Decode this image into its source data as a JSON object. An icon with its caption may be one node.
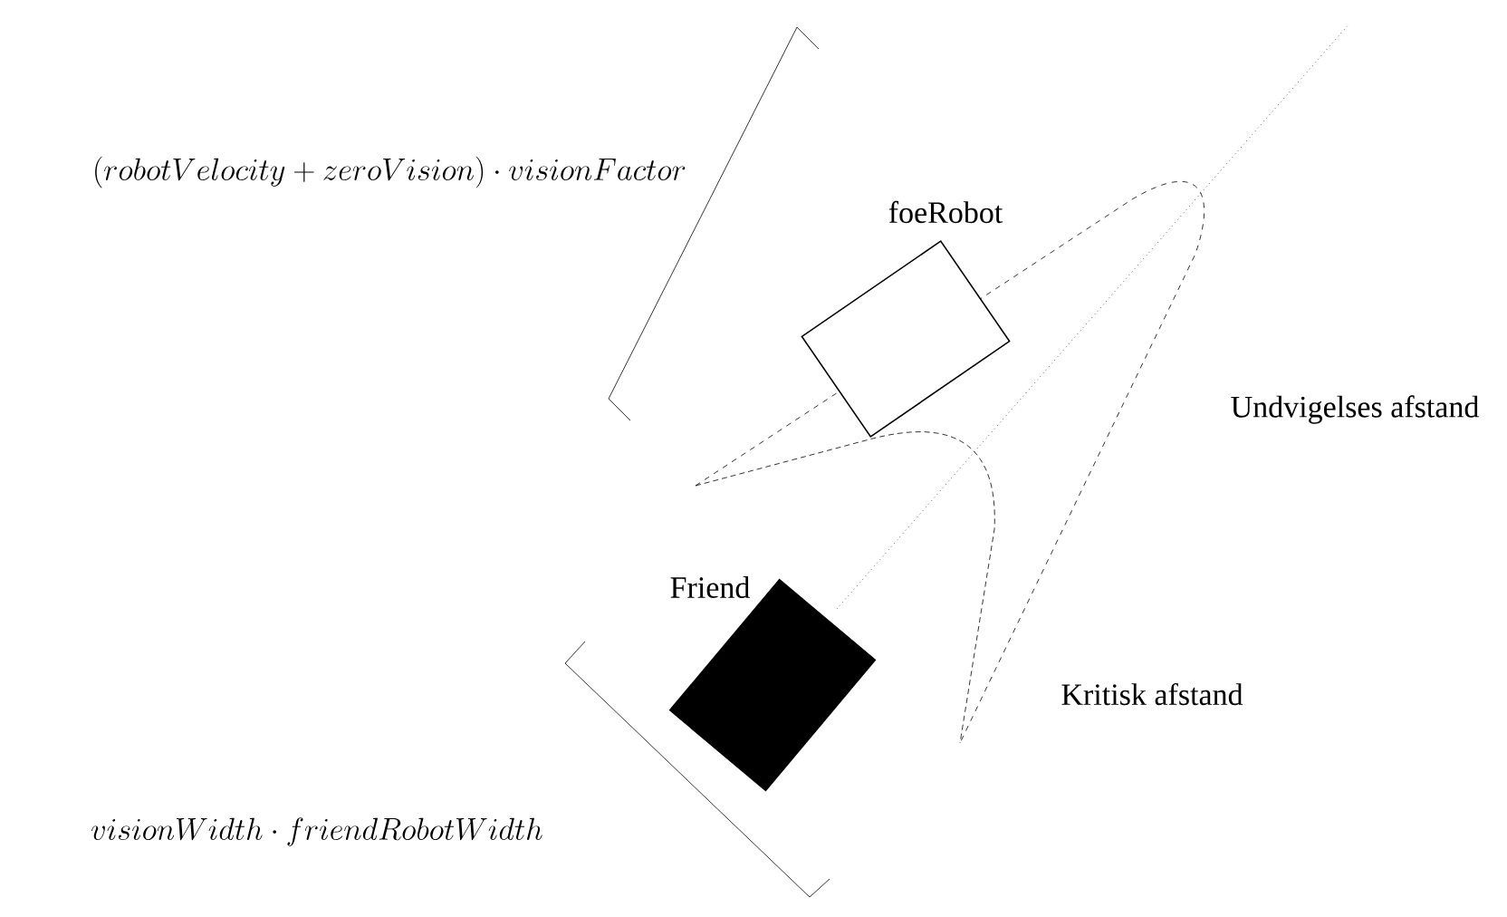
{
  "diagram": {
    "nodes": [
      {
        "text": [
          "foeRobot"
        ]
      },
      {
        "text": [
          "Friend"
        ]
      }
    ],
    "labels": [
      "(robotVelocity+zeroVision)\\cdot visionFactor",
      "Undvigelses afstand",
      "Kritisk afstand",
      "visionWidth\\cdot friendRobotWidth"
    ]
  }
}
